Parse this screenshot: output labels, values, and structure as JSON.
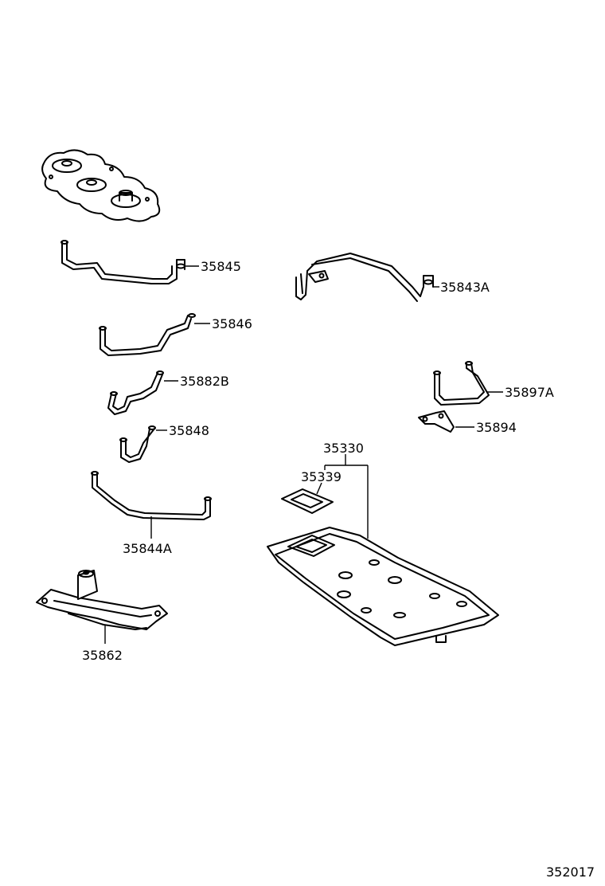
{
  "diagram": {
    "drawing_number": "352017",
    "parts": {
      "p35845": "35845",
      "p35843a": "35843A",
      "p35846": "35846",
      "p35882b": "35882B",
      "p35897a": "35897A",
      "p35848": "35848",
      "p35894": "35894",
      "p35330": "35330",
      "p35339": "35339",
      "p35844a": "35844A",
      "p35862": "35862"
    }
  }
}
